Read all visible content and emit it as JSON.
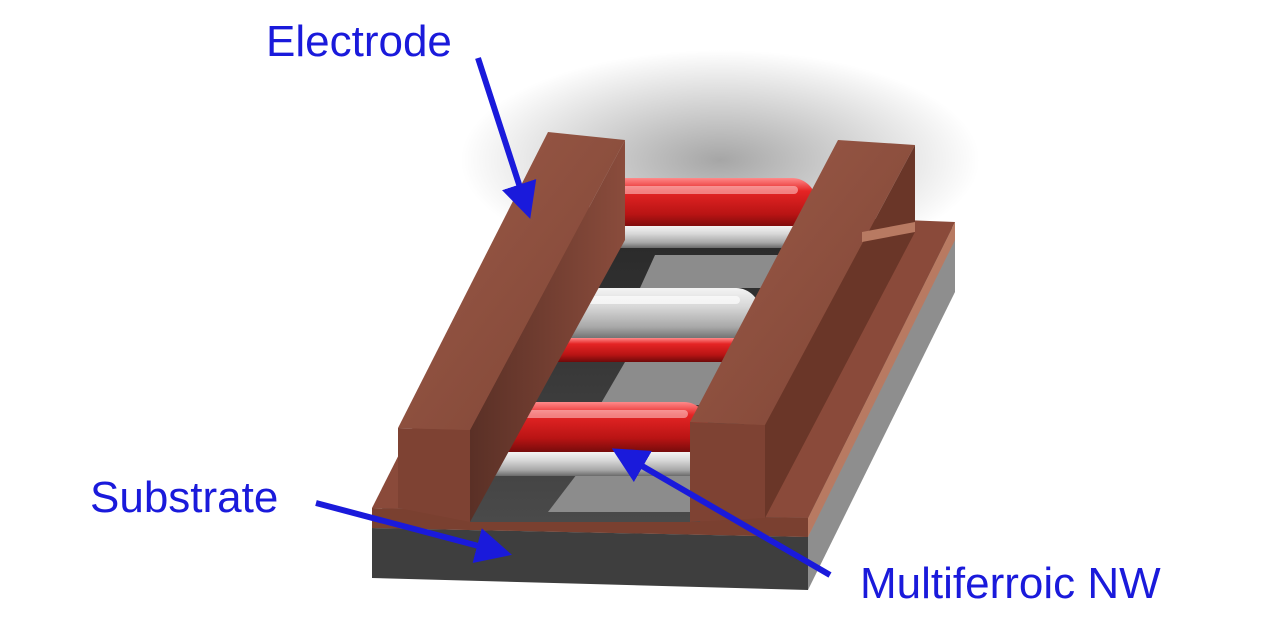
{
  "labels": {
    "electrode": "Electrode",
    "substrate": "Substrate",
    "nanowire": "Multiferroic NW"
  },
  "colors": {
    "label_text": "#1a1adb",
    "arrow": "#1a1adb",
    "electrode": "#8a4a3a",
    "substrate": "#4a4a4a",
    "nanowire_red": "#d42020",
    "nanowire_silver": "#cfcfcf",
    "background": "#ffffff"
  }
}
